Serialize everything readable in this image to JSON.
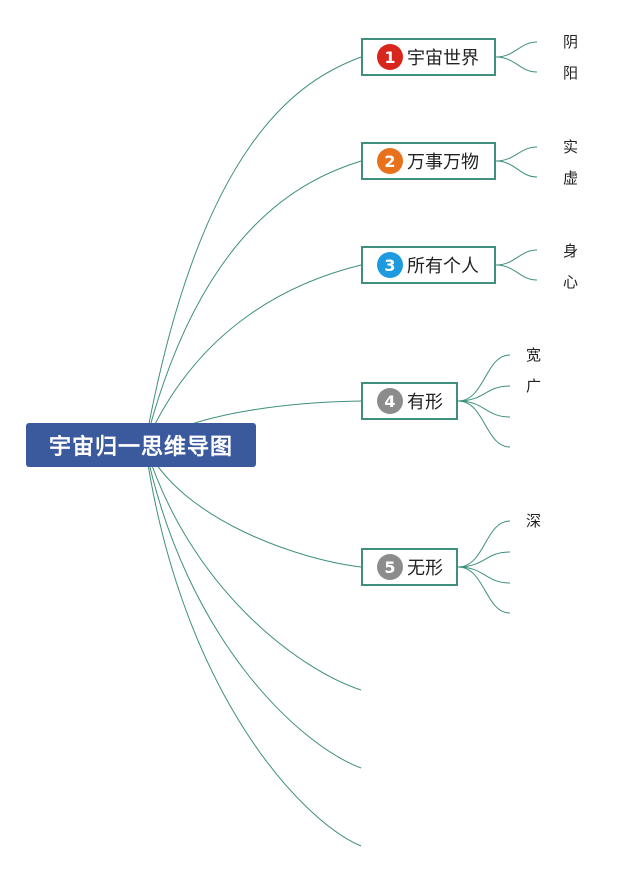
{
  "root": {
    "label": "宇宙归一思维导图"
  },
  "topics": [
    {
      "number": "1",
      "label": "宇宙世界",
      "badge_color": "#d9261c",
      "children": [
        "阴",
        "阳"
      ]
    },
    {
      "number": "2",
      "label": "万事万物",
      "badge_color": "#e8711c",
      "children": [
        "实",
        "虚"
      ]
    },
    {
      "number": "3",
      "label": "所有个人",
      "badge_color": "#1e9be0",
      "children": [
        "身",
        "心"
      ]
    },
    {
      "number": "4",
      "label": "有形",
      "badge_color": "#8c8c8c",
      "children": [
        "宽",
        "广",
        "",
        ""
      ]
    },
    {
      "number": "5",
      "label": "无形",
      "badge_color": "#8c8c8c",
      "children": [
        "深",
        "",
        "",
        ""
      ]
    }
  ],
  "colors": {
    "root_bg": "#3b5a9d",
    "connector": "#3f8f7e"
  }
}
